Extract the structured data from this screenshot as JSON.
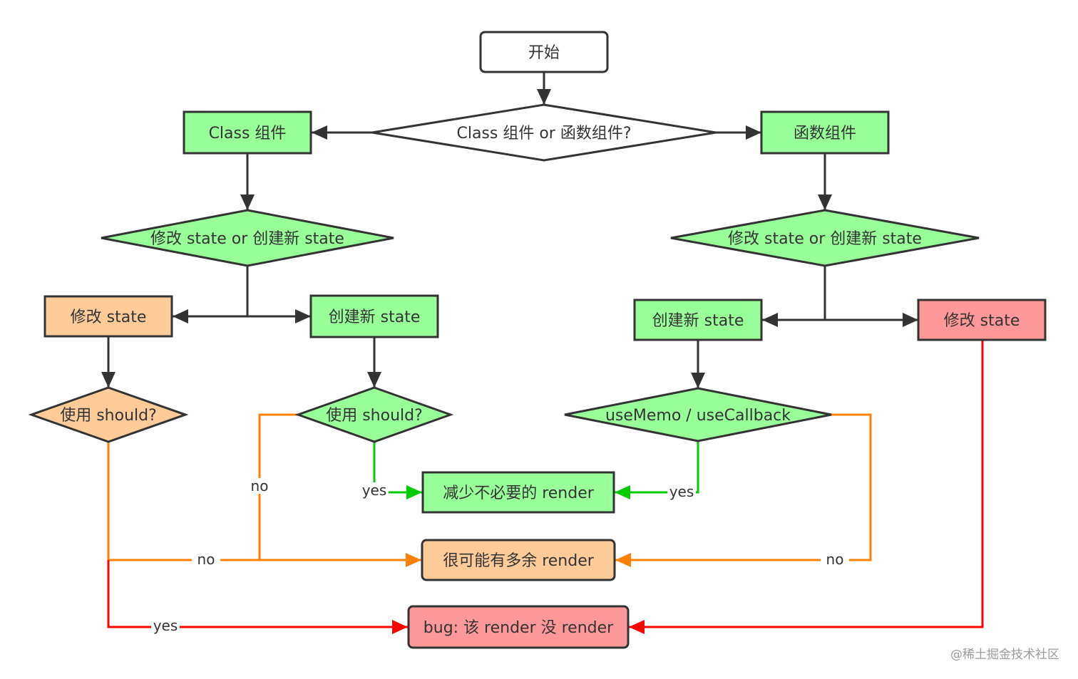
{
  "colors": {
    "stroke": "#333333",
    "green_fill": "#99ff99",
    "orange_fill": "#ffcc99",
    "red_fill": "#ff9999",
    "white_fill": "#ffffff",
    "edge_dark": "#333333",
    "edge_green": "#00cc00",
    "edge_orange": "#ff8000",
    "edge_red": "#ff0000"
  },
  "nodes": {
    "start": {
      "label": "开始",
      "shape": "rounded-rect",
      "fill": "white"
    },
    "type_decision": {
      "label": "Class 组件 or 函数组件?",
      "shape": "diamond",
      "fill": "white"
    },
    "class_component": {
      "label": "Class 组件",
      "shape": "rect",
      "fill": "green"
    },
    "function_component": {
      "label": "函数组件",
      "shape": "rect",
      "fill": "green"
    },
    "class_state_decision": {
      "label": "修改 state or 创建新 state",
      "shape": "diamond",
      "fill": "green"
    },
    "func_state_decision": {
      "label": "修改 state or 创建新 state",
      "shape": "diamond",
      "fill": "green"
    },
    "class_modify_state": {
      "label": "修改 state",
      "shape": "rect",
      "fill": "orange"
    },
    "class_new_state": {
      "label": "创建新 state",
      "shape": "rect",
      "fill": "green"
    },
    "func_new_state": {
      "label": "创建新 state",
      "shape": "rect",
      "fill": "green"
    },
    "func_modify_state": {
      "label": "修改 state",
      "shape": "rect",
      "fill": "red"
    },
    "class_modify_should": {
      "label": "使用 should?",
      "shape": "diamond",
      "fill": "orange"
    },
    "class_new_should": {
      "label": "使用 should?",
      "shape": "diamond",
      "fill": "green"
    },
    "memo_decision": {
      "label": "useMemo / useCallback",
      "shape": "diamond",
      "fill": "green"
    },
    "reduce_render": {
      "label": "减少不必要的 render",
      "shape": "rect",
      "fill": "green"
    },
    "extra_render": {
      "label": "很可能有多余 render",
      "shape": "rounded-rect",
      "fill": "orange"
    },
    "bug_render": {
      "label": "bug: 该 render 没 render",
      "shape": "rounded-rect",
      "fill": "red"
    }
  },
  "edges": [
    {
      "from": "start",
      "to": "type_decision",
      "label": ""
    },
    {
      "from": "type_decision",
      "to": "class_component",
      "label": ""
    },
    {
      "from": "type_decision",
      "to": "function_component",
      "label": ""
    },
    {
      "from": "class_component",
      "to": "class_state_decision",
      "label": ""
    },
    {
      "from": "function_component",
      "to": "func_state_decision",
      "label": ""
    },
    {
      "from": "class_state_decision",
      "to": "class_modify_state",
      "label": ""
    },
    {
      "from": "class_state_decision",
      "to": "class_new_state",
      "label": ""
    },
    {
      "from": "func_state_decision",
      "to": "func_new_state",
      "label": ""
    },
    {
      "from": "func_state_decision",
      "to": "func_modify_state",
      "label": ""
    },
    {
      "from": "class_modify_state",
      "to": "class_modify_should",
      "label": ""
    },
    {
      "from": "class_new_state",
      "to": "class_new_should",
      "label": ""
    },
    {
      "from": "func_new_state",
      "to": "memo_decision",
      "label": ""
    },
    {
      "from": "class_new_should",
      "to": "reduce_render",
      "label": "yes"
    },
    {
      "from": "memo_decision",
      "to": "reduce_render",
      "label": "yes"
    },
    {
      "from": "class_new_should",
      "to": "extra_render",
      "label": "no"
    },
    {
      "from": "class_modify_should",
      "to": "extra_render",
      "label": "no"
    },
    {
      "from": "memo_decision",
      "to": "extra_render",
      "label": "no"
    },
    {
      "from": "class_modify_should",
      "to": "bug_render",
      "label": "yes"
    },
    {
      "from": "func_modify_state",
      "to": "bug_render",
      "label": ""
    }
  ],
  "watermark": "@稀土掘金技术社区"
}
